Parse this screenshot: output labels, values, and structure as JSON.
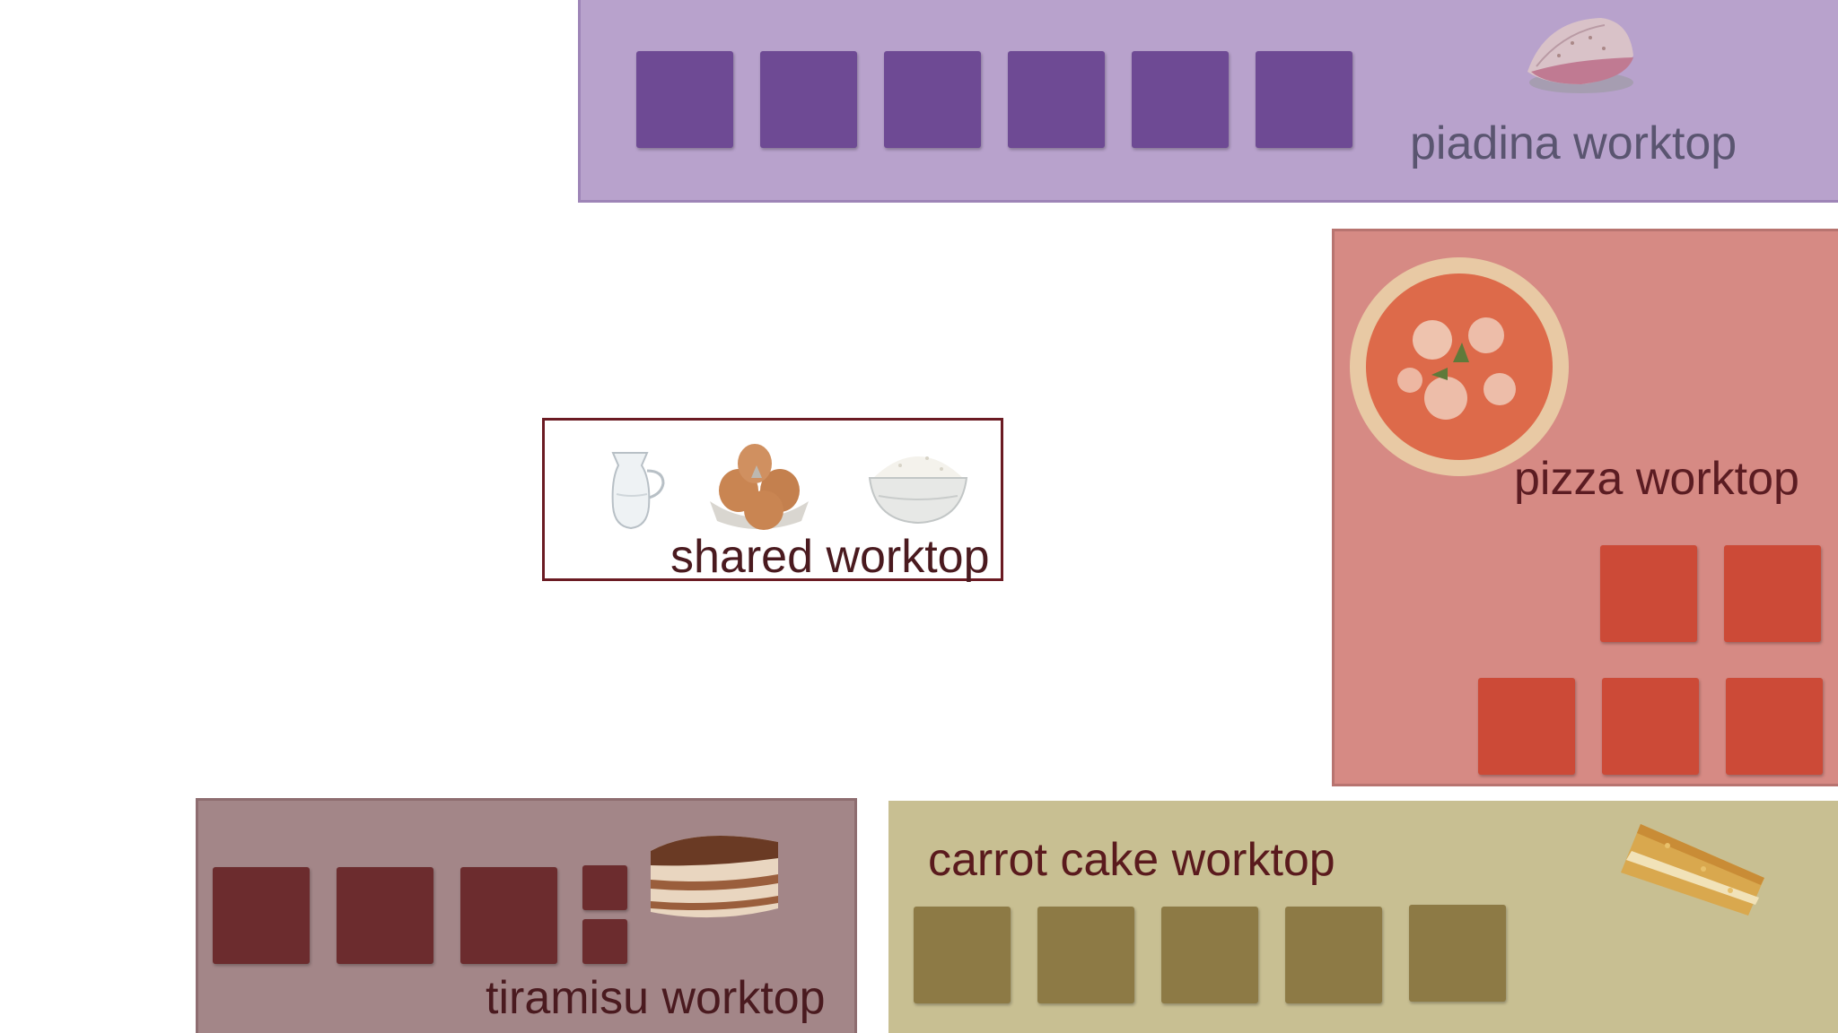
{
  "worktops": {
    "piadina": {
      "label": "piadina worktop",
      "color": "#b8a2cc",
      "tile_color": "#6e4a94",
      "tiles": 6,
      "image": "piadina-icon"
    },
    "pizza": {
      "label": "pizza worktop",
      "color": "#d68a84",
      "tile_color": "#cc4a37",
      "tiles": 5,
      "image": "pizza-icon"
    },
    "shared": {
      "label": "shared worktop",
      "border_color": "#6b1b23",
      "images": [
        "milk-jug-icon",
        "eggs-icon",
        "flour-bowl-icon"
      ]
    },
    "tiramisu": {
      "label": "tiramisu worktop",
      "color": "#a38688",
      "tile_color": "#6c2c2e",
      "tiles": 5,
      "image": "tiramisu-icon"
    },
    "carrot_cake": {
      "label": "carrot cake worktop",
      "color": "#c8bf92",
      "tile_color": "#8d7a45",
      "tiles": 5,
      "image": "cake-slice-icon"
    }
  }
}
